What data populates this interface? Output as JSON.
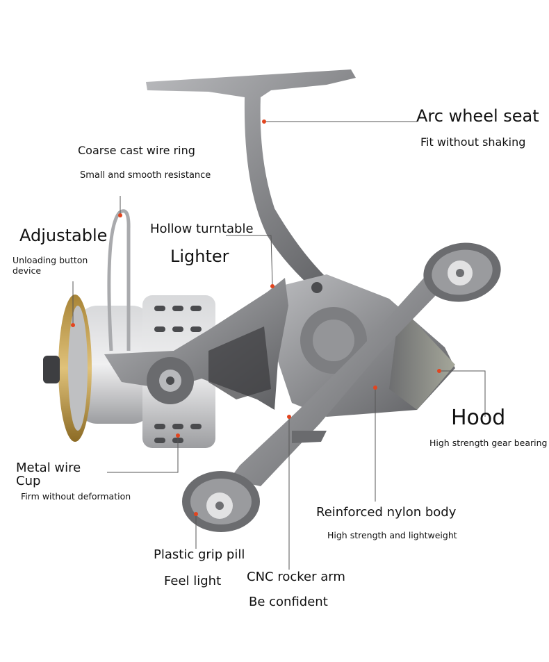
{
  "labels": {
    "arc_title": "Arc wheel seat",
    "arc_sub": "Fit without shaking",
    "wire_ring_title": "Coarse cast wire ring",
    "wire_ring_sub": "Small and smooth resistance",
    "adjustable_title": "Adjustable",
    "adjustable_sub_line1": "Unloading button",
    "adjustable_sub_line2": "device",
    "turntable_title": "Hollow turntable",
    "turntable_sub": "Lighter",
    "hood_title": "Hood",
    "hood_sub": "High strength gear bearing",
    "cup_title_line1": "Metal wire",
    "cup_title_line2": "Cup",
    "cup_sub": "Firm without deformation",
    "body_title": "Reinforced nylon body",
    "body_sub": "High strength and lightweight",
    "grip_title": "Plastic grip pill",
    "grip_sub": "Feel light",
    "rocker_title": "CNC rocker arm",
    "rocker_sub": "Be confident"
  },
  "colors": {
    "metal_dark": "#5f6063",
    "metal_mid": "#8c8d90",
    "metal_light": "#c9cacc",
    "gold_ring": "#c8a456",
    "accent_dot": "#e2451f",
    "leader_line": "#555555"
  }
}
